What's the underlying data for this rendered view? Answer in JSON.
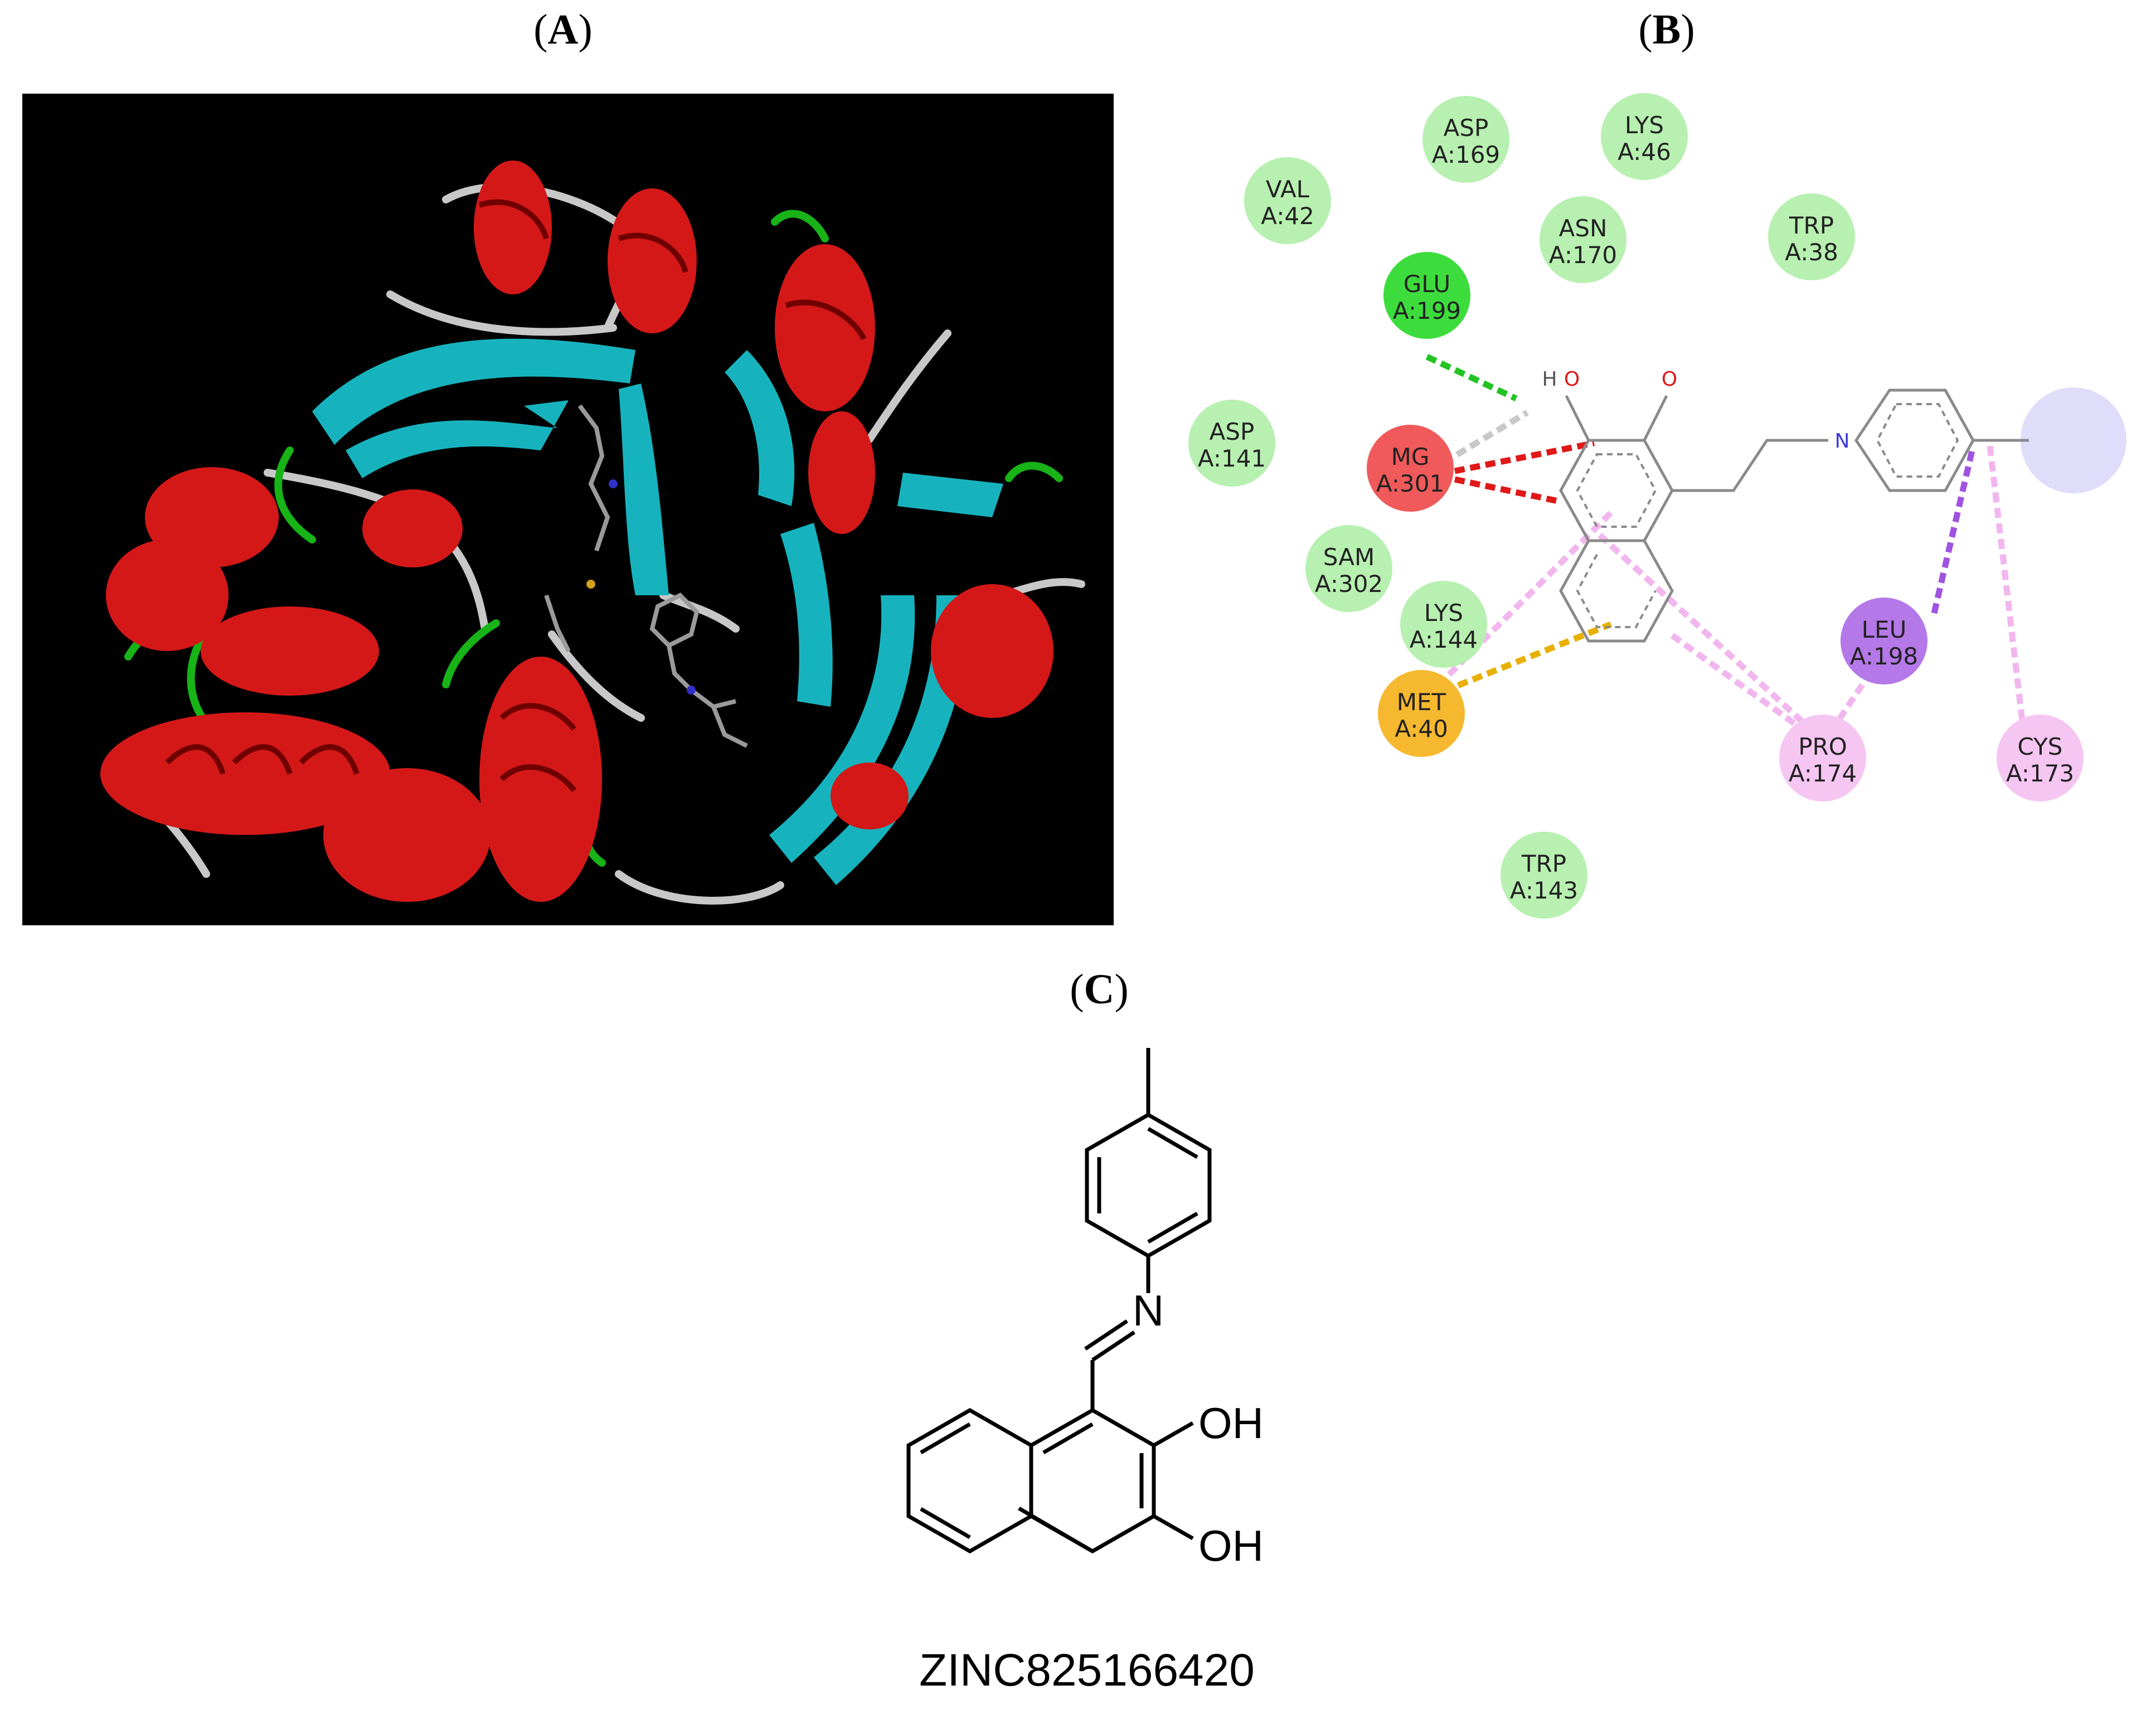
{
  "panels": {
    "a": {
      "label": "A"
    },
    "b": {
      "label": "B"
    },
    "c": {
      "label": "C"
    }
  },
  "interaction_diagram": {
    "residues": [
      {
        "id": "asp169",
        "name": "ASP",
        "loc": "A:169",
        "type": "van-der-waals",
        "color": "#b7f0b0"
      },
      {
        "id": "lys46",
        "name": "LYS",
        "loc": "A:46",
        "type": "van-der-waals",
        "color": "#b7f0b0"
      },
      {
        "id": "val42",
        "name": "VAL",
        "loc": "A:42",
        "type": "van-der-waals",
        "color": "#b7f0b0"
      },
      {
        "id": "asn170",
        "name": "ASN",
        "loc": "A:170",
        "type": "van-der-waals",
        "color": "#b7f0b0"
      },
      {
        "id": "trp38",
        "name": "TRP",
        "loc": "A:38",
        "type": "van-der-waals",
        "color": "#b7f0b0"
      },
      {
        "id": "glu199",
        "name": "GLU",
        "loc": "A:199",
        "type": "hydrogen-bond",
        "color": "#3ddc3d"
      },
      {
        "id": "asp141",
        "name": "ASP",
        "loc": "A:141",
        "type": "van-der-waals",
        "color": "#b7f0b0"
      },
      {
        "id": "mg301",
        "name": "MG",
        "loc": "A:301",
        "type": "metal",
        "color": "#f05a5a"
      },
      {
        "id": "sam302",
        "name": "SAM",
        "loc": "A:302",
        "type": "van-der-waals",
        "color": "#b7f0b0"
      },
      {
        "id": "lys144",
        "name": "LYS",
        "loc": "A:144",
        "type": "van-der-waals",
        "color": "#b7f0b0"
      },
      {
        "id": "met40",
        "name": "MET",
        "loc": "A:40",
        "type": "pi-sulfur",
        "color": "#f5b82e"
      },
      {
        "id": "leu198",
        "name": "LEU",
        "loc": "A:198",
        "type": "pi-sigma",
        "color": "#b478e8"
      },
      {
        "id": "pro174",
        "name": "PRO",
        "loc": "A:174",
        "type": "pi-alkyl",
        "color": "#f6c6f2"
      },
      {
        "id": "cys173",
        "name": "CYS",
        "loc": "A:173",
        "type": "pi-alkyl",
        "color": "#f6c6f2"
      },
      {
        "id": "trp143",
        "name": "TRP",
        "loc": "A:143",
        "type": "van-der-waals",
        "color": "#b7f0b0"
      }
    ],
    "ligand_atoms": {
      "h": "H",
      "o1": "O",
      "o2": "O",
      "n": "N"
    }
  },
  "structure": {
    "oh_top": "OH",
    "oh_bottom": "OH",
    "n": "N",
    "compound_id": "ZINC825166420"
  }
}
